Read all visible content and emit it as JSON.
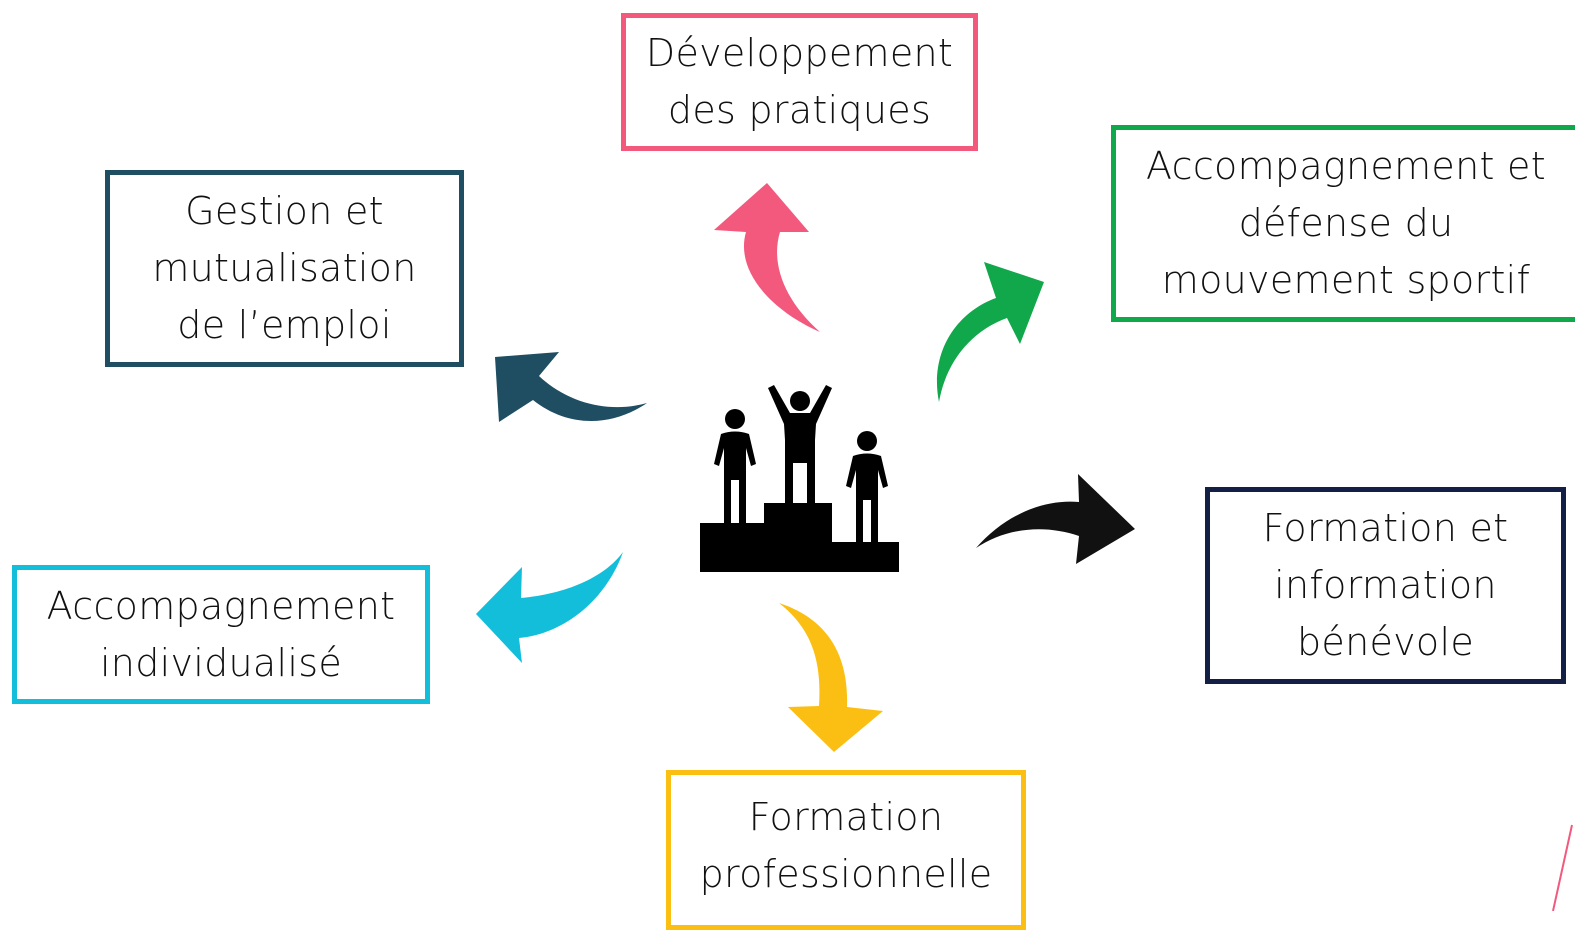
{
  "diagram": {
    "colors": {
      "pink": "#f2597d",
      "green": "#10a84a",
      "dark_teal": "#1f4e63",
      "cyan": "#13bedb",
      "navy": "#141f46",
      "yellow": "#fbbf13",
      "black": "#111111"
    },
    "center_icon": "podium-icon",
    "boxes": {
      "developpement": "Développement\ndes pratiques",
      "defense": "Accompagnement et\ndéfense du\nmouvement sportif",
      "gestion": "Gestion et\nmutualisation\nde l’emploi",
      "individualise": "Accompagnement\nindividualisé",
      "benevole": "Formation et\ninformation\nbénévole",
      "professionnelle": "Formation\nprofessionnelle"
    }
  }
}
